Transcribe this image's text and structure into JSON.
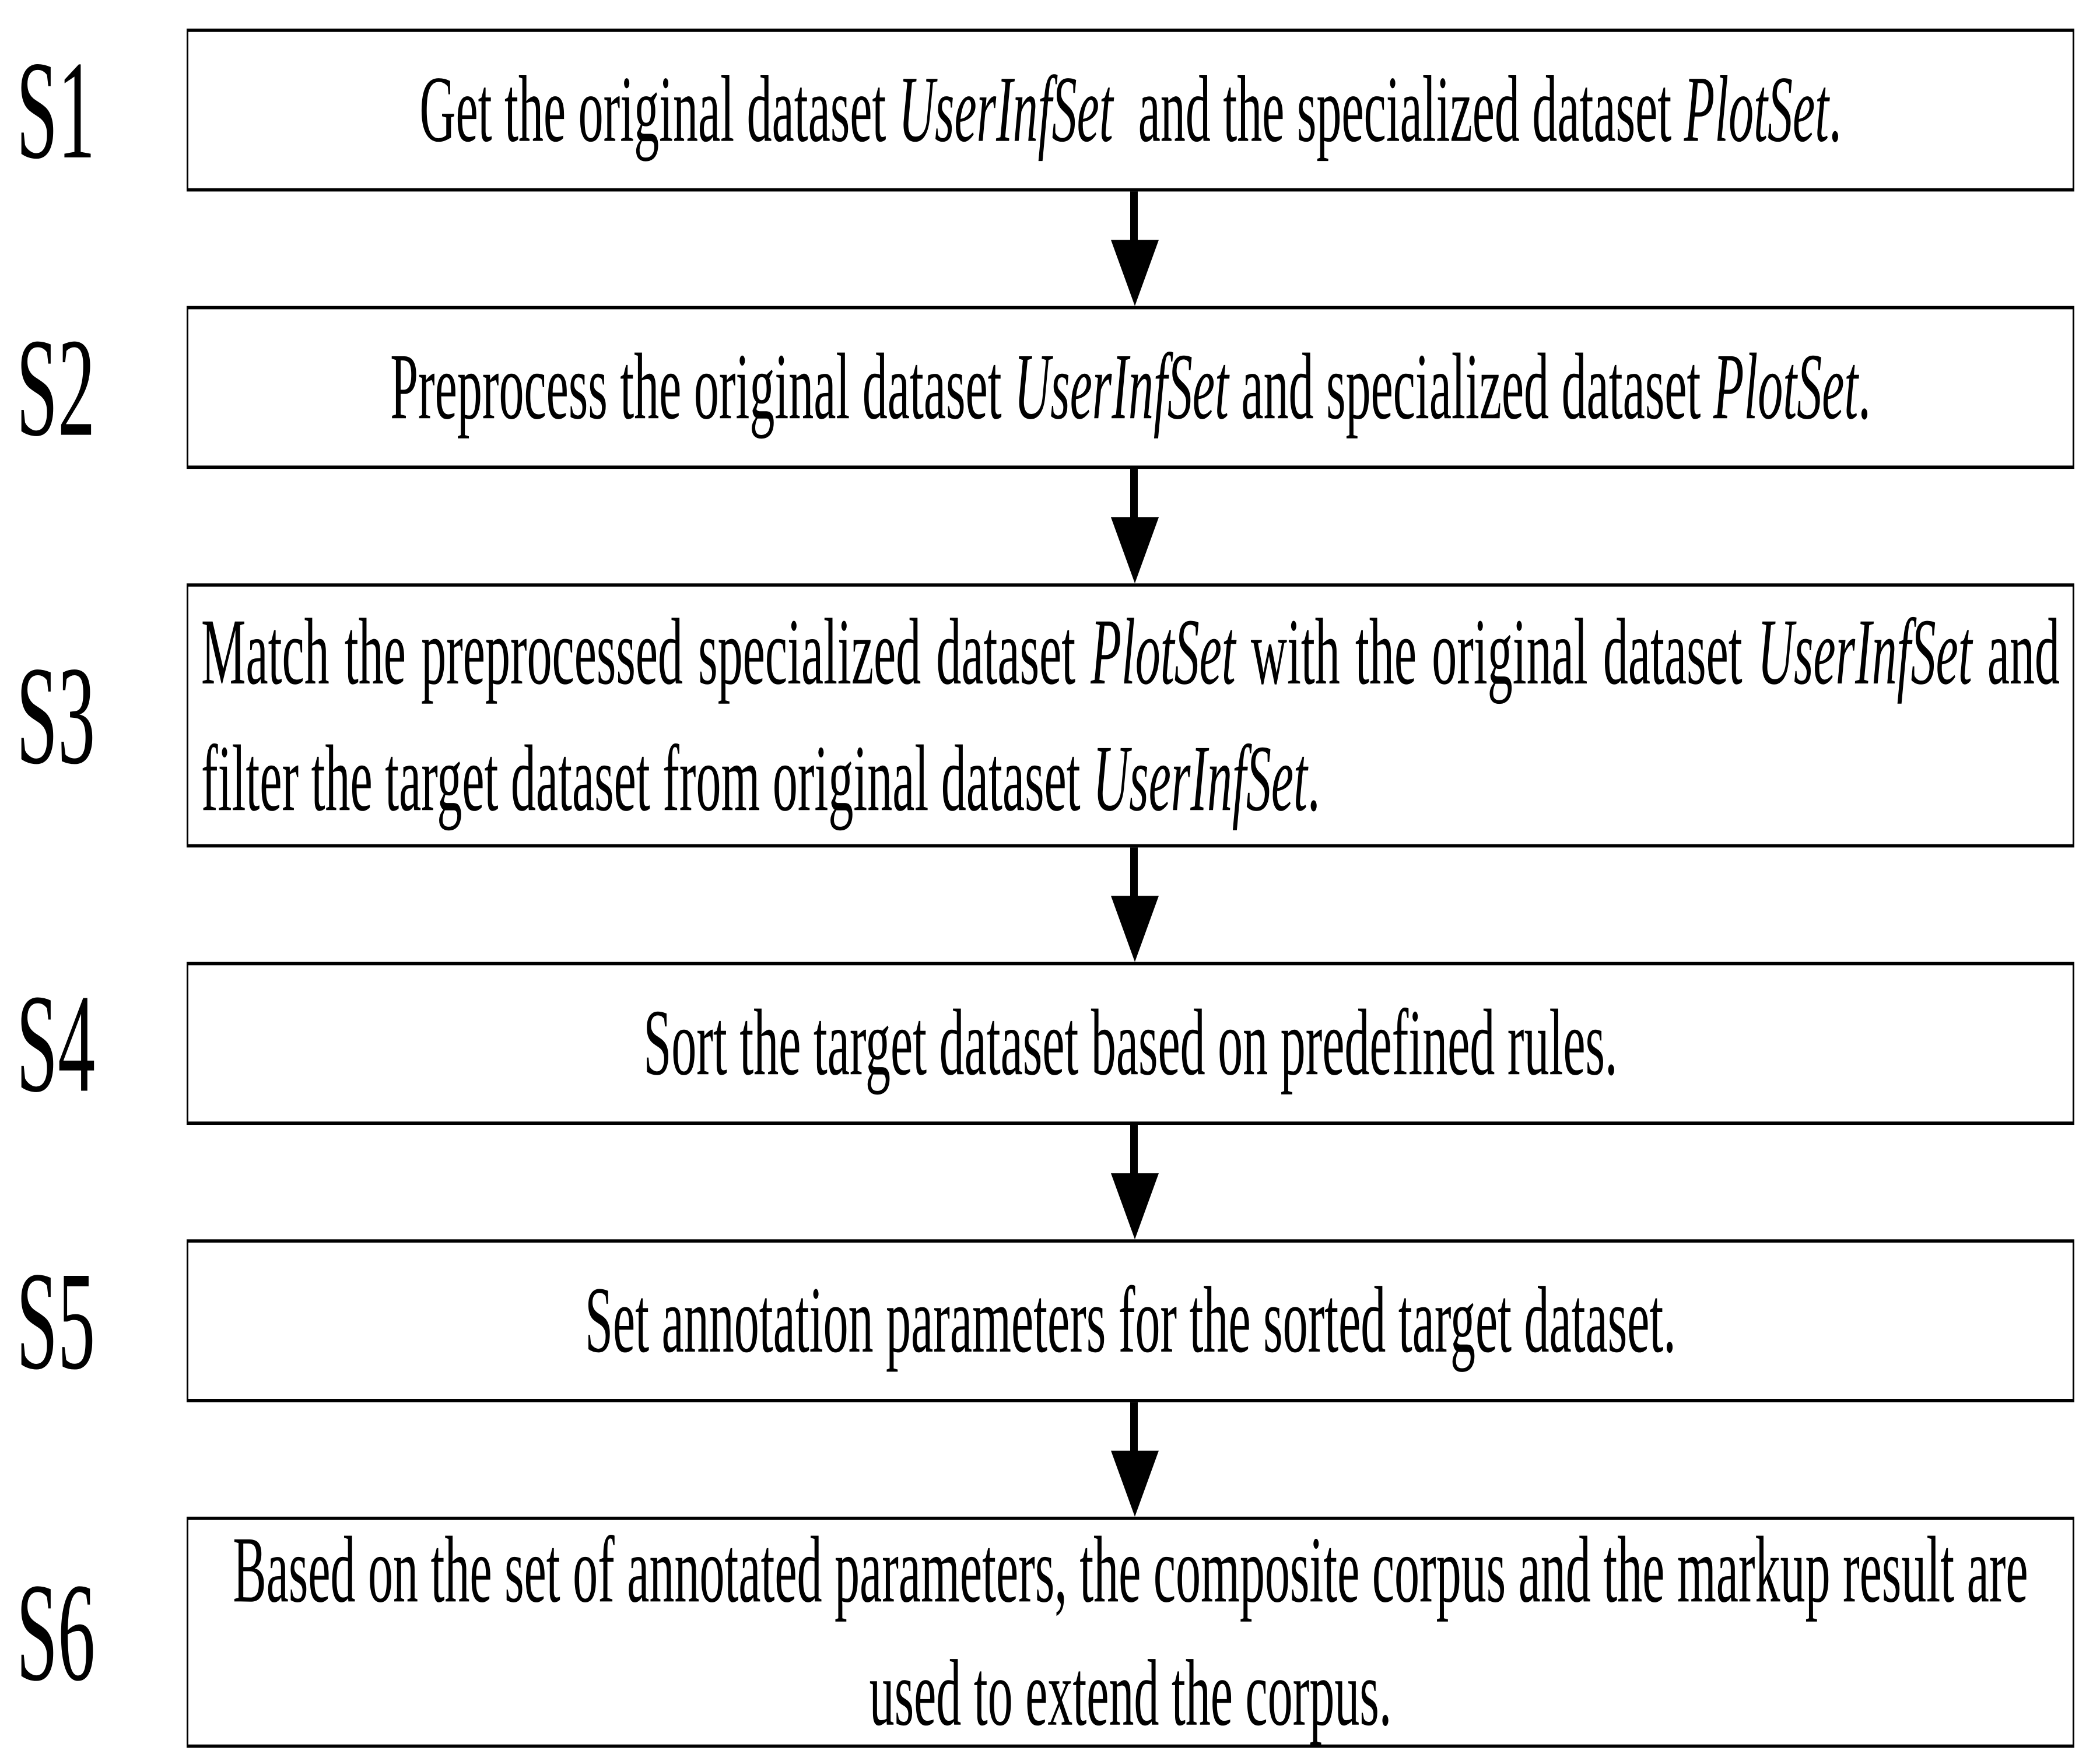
{
  "diagram": {
    "type": "vertical-flowchart",
    "title": "",
    "accent_color": "#000000",
    "background_color": "#ffffff",
    "border_color": "#000000",
    "steps": [
      {
        "label": "S1",
        "text_html": "Get the original dataset <em>UserInfSet</em>&nbsp; and the specialized dataset <em>PlotSet</em>.",
        "text_plain": "Get the original dataset UserInfSet  and the specialized dataset PlotSet.",
        "align": "center",
        "lines": 1
      },
      {
        "label": "S2",
        "text_html": "Preprocess the original dataset <em>UserInfSet</em> and specialized dataset <em>PlotSet</em>.",
        "text_plain": "Preprocess the original dataset UserInfSet and specialized dataset PlotSet.",
        "align": "center",
        "lines": 1
      },
      {
        "label": "S3",
        "text_html": "Match the preprocessed specialized dataset <em>PlotSet</em> with the original dataset <em>UserInfSet</em> and filter the target dataset from original dataset <em>UserInfSet</em>.",
        "text_plain": "Match the preprocessed specialized dataset PlotSet with the original dataset UserInfSet and filter the target dataset from original dataset UserInfSet.",
        "align": "justify",
        "lines": 2
      },
      {
        "label": "S4",
        "text_html": "Sort the target dataset based on predefined rules.",
        "text_plain": "Sort the target dataset based on predefined rules.",
        "align": "center",
        "lines": 1
      },
      {
        "label": "S5",
        "text_html": "Set annotation parameters for the sorted target dataset.",
        "text_plain": "Set annotation parameters for the sorted target dataset.",
        "align": "center",
        "lines": 1
      },
      {
        "label": "S6",
        "text_html": "Based on the set of annotated parameters, the composite corpus and the markup result are used to extend the corpus.",
        "text_plain": "Based on the set of annotated parameters, the composite corpus and the markup result are used to extend the corpus.",
        "align": "center",
        "lines": 2
      }
    ],
    "connectors": [
      {
        "from": "S1",
        "to": "S2",
        "kind": "arrow-down"
      },
      {
        "from": "S2",
        "to": "S3",
        "kind": "arrow-down"
      },
      {
        "from": "S3",
        "to": "S4",
        "kind": "arrow-down"
      },
      {
        "from": "S4",
        "to": "S5",
        "kind": "arrow-down"
      },
      {
        "from": "S5",
        "to": "S6",
        "kind": "arrow-down"
      }
    ]
  }
}
